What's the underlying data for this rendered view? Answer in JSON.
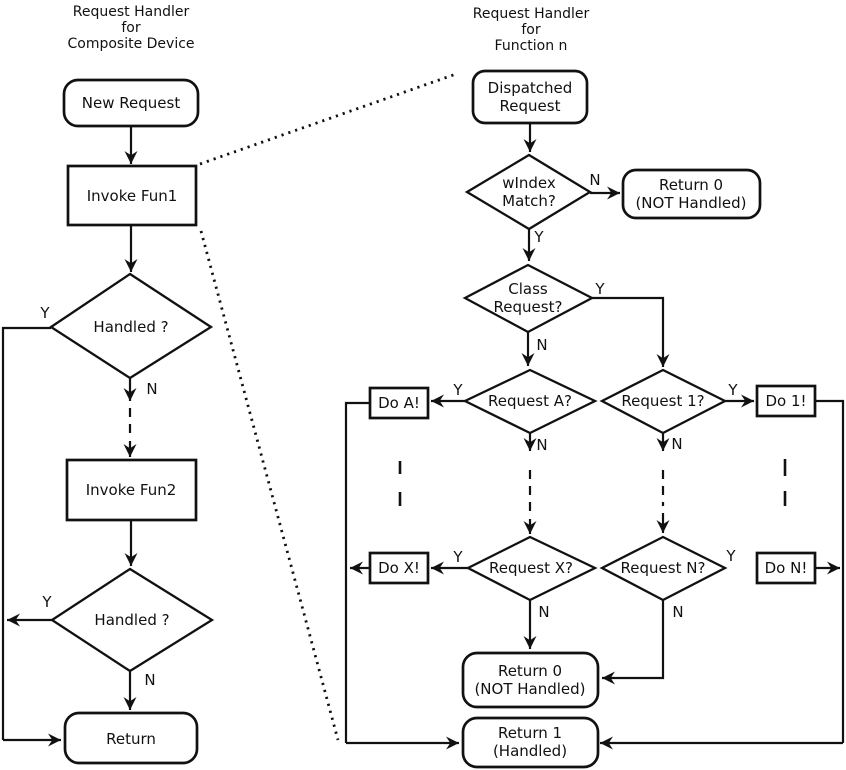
{
  "colors": {
    "ink": "#111111",
    "background": "#ffffff"
  },
  "left_chart": {
    "title": "Request Handler\nfor\nComposite Device",
    "nodes": {
      "new_request": "New Request",
      "invoke_fun1": "Invoke Fun1",
      "handled_1": "Handled ?",
      "invoke_fun2": "Invoke Fun2",
      "handled_2": "Handled ?",
      "return_end": "Return"
    },
    "branches": {
      "handled_1_yes": "Y",
      "handled_1_no": "N",
      "handled_2_yes": "Y",
      "handled_2_no": "N"
    }
  },
  "right_chart": {
    "title": "Request Handler\nfor\nFunction n",
    "nodes": {
      "dispatched_request": "Dispatched\nRequest",
      "windex_match": "wIndex\nMatch?",
      "return_0_top": "Return 0\n(NOT Handled)",
      "class_request": "Class\nRequest?",
      "request_a": "Request A?",
      "request_1": "Request 1?",
      "do_a": "Do A!",
      "do_1": "Do 1!",
      "request_x": "Request X?",
      "request_n": "Request N?",
      "do_x": "Do X!",
      "do_n": "Do N!",
      "return_0_bottom": "Return 0\n(NOT Handled)",
      "return_1": "Return 1\n(Handled)"
    },
    "branches": {
      "windex_yes": "Y",
      "windex_no": "N",
      "class_yes": "Y",
      "class_no": "N",
      "request_a_yes": "Y",
      "request_a_no": "N",
      "request_1_yes": "Y",
      "request_1_no": "N",
      "request_x_yes": "Y",
      "request_x_no": "N",
      "request_n_yes": "Y",
      "request_n_no": "N"
    }
  }
}
